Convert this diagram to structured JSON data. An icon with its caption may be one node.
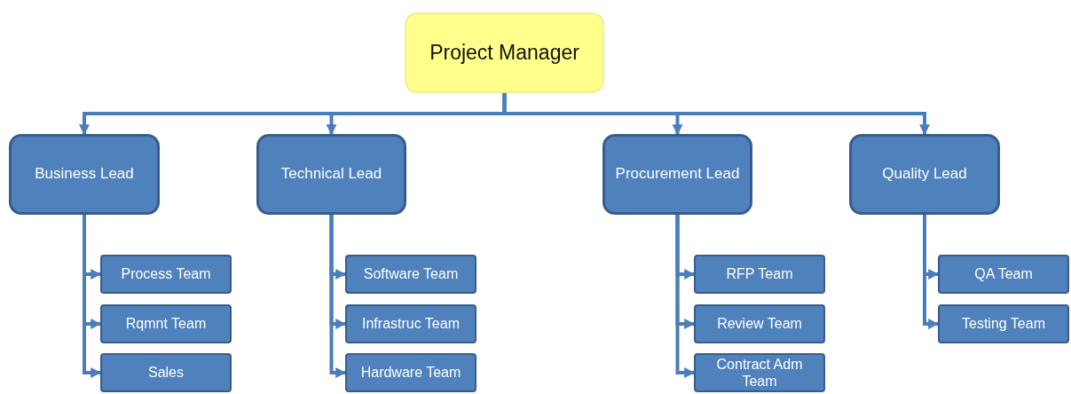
{
  "diagram": {
    "nodes": [
      {
        "text": [
          "Project Manager"
        ]
      },
      {
        "text": [
          "Business Lead"
        ]
      },
      {
        "text": [
          "Technical Lead"
        ]
      },
      {
        "text": [
          "Procurement Lead"
        ]
      },
      {
        "text": [
          "Quality Lead"
        ]
      },
      {
        "text": [
          "Process Team"
        ]
      },
      {
        "text": [
          "Rqmnt Team"
        ]
      },
      {
        "text": [
          "Sales"
        ]
      },
      {
        "text": [
          "Software Team"
        ]
      },
      {
        "text": [
          "Infrastruc Team"
        ]
      },
      {
        "text": [
          "Hardware Team"
        ]
      },
      {
        "text": [
          "RFP Team"
        ]
      },
      {
        "text": [
          "Review Team"
        ]
      },
      {
        "text": [
          "Contract Adm Team"
        ]
      },
      {
        "text": [
          "QA Team"
        ]
      },
      {
        "text": [
          "Testing Team"
        ]
      }
    ],
    "edges": [
      {
        "from": 0,
        "to": 1,
        "arrow": "to"
      },
      {
        "from": 0,
        "to": 2,
        "arrow": "to"
      },
      {
        "from": 0,
        "to": 3,
        "arrow": "to"
      },
      {
        "from": 0,
        "to": 4,
        "arrow": "to"
      },
      {
        "from": 1,
        "to": 5,
        "arrow": "to"
      },
      {
        "from": 1,
        "to": 6,
        "arrow": "to"
      },
      {
        "from": 1,
        "to": 7,
        "arrow": "to"
      },
      {
        "from": 2,
        "to": 8,
        "arrow": "to"
      },
      {
        "from": 2,
        "to": 9,
        "arrow": "to"
      },
      {
        "from": 2,
        "to": 10,
        "arrow": "to"
      },
      {
        "from": 3,
        "to": 11,
        "arrow": "to"
      },
      {
        "from": 3,
        "to": 12,
        "arrow": "to"
      },
      {
        "from": 3,
        "to": 13,
        "arrow": "to"
      },
      {
        "from": 4,
        "to": 14,
        "arrow": "to"
      },
      {
        "from": 4,
        "to": 15,
        "arrow": "to"
      }
    ]
  }
}
